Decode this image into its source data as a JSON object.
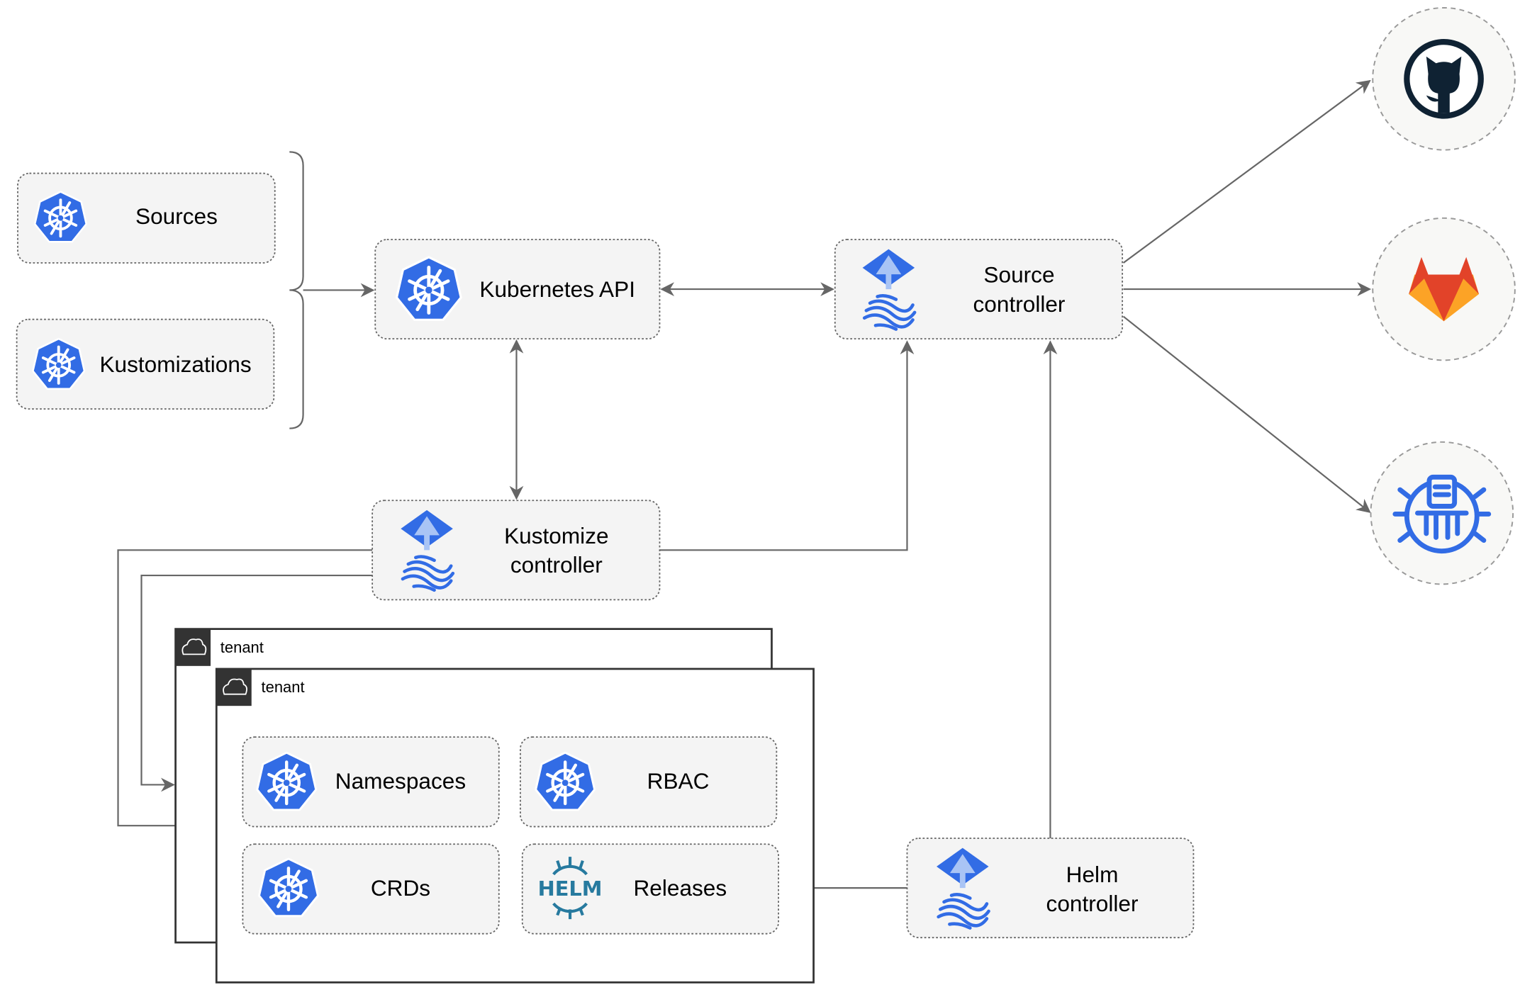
{
  "nodes": {
    "sources": "Sources",
    "kustomizations": "Kustomizations",
    "kubernetes_api": "Kubernetes API",
    "source_controller": [
      "Source",
      "controller"
    ],
    "kustomize_controller": [
      "Kustomize",
      "controller"
    ],
    "helm_controller": [
      "Helm",
      "controller"
    ],
    "namespaces": "Namespaces",
    "rbac": "RBAC",
    "crds": "CRDs",
    "releases": "Releases"
  },
  "tenants": [
    "tenant",
    "tenant"
  ],
  "external_sources": [
    {
      "name": "github",
      "icon": "github-icon"
    },
    {
      "name": "gitlab",
      "icon": "gitlab-icon"
    },
    {
      "name": "bucket",
      "icon": "bucket-icon"
    }
  ],
  "icons": {
    "kubernetes": "kubernetes-icon",
    "flux": "flux-icon",
    "helm": "helm-icon",
    "helm_logo_text": "HELM",
    "cloud": "cloud-icon"
  },
  "colors": {
    "kubernetes_blue": "#326ce5",
    "helm_teal": "#277a9f",
    "gitlab_orange": "#e24329",
    "github_dark": "#0f2233",
    "edge": "#666666"
  }
}
